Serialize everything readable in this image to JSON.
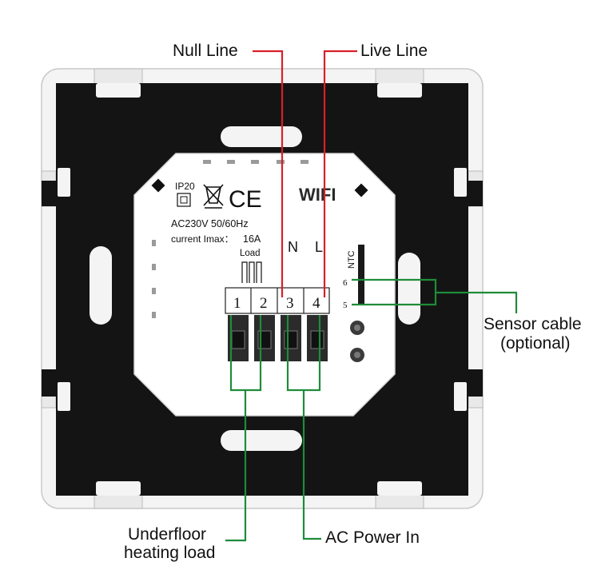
{
  "callouts": {
    "null_line": "Null Line",
    "live_line": "Live Line",
    "sensor_cable_1": "Sensor cable",
    "sensor_cable_2": "(optional)",
    "underfloor_1": "Underfloor",
    "underfloor_2": "heating load",
    "ac_power": "AC Power In"
  },
  "device": {
    "rating_ip": "IP20",
    "ce_mark": "CE",
    "wifi_label": "WIFI",
    "voltage": "AC230V 50/60Hz",
    "current_label": "current Imax：",
    "current_value": "16A",
    "load_label": "Load",
    "n_label": "N",
    "l_label": "L",
    "ntc_label": "NTC",
    "terminals": [
      "1",
      "2",
      "3",
      "4"
    ],
    "sensor_pins": [
      "6",
      "5"
    ]
  },
  "colors": {
    "red_line": "#d8202a",
    "green_line": "#1e8c3a",
    "plate": "#141414",
    "frame": "#f2f2f2",
    "body": "#ffffff",
    "text": "#111111"
  }
}
